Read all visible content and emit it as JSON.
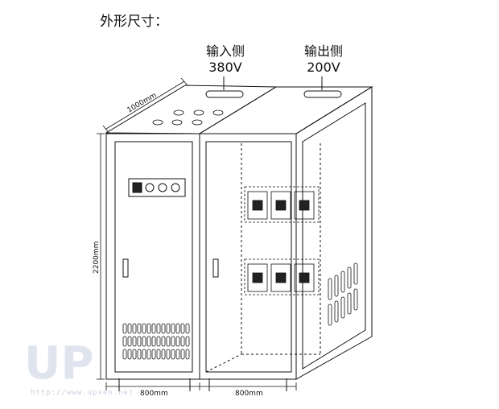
{
  "heading": "外形尺寸：",
  "input_side": {
    "label": "输入侧",
    "voltage": "380V"
  },
  "output_side": {
    "label": "输出侧",
    "voltage": "200V"
  },
  "dimensions": {
    "depth": "1000mm",
    "height": "2200mm",
    "width_left": "800mm",
    "width_right": "800mm"
  },
  "watermark": {
    "mark": "UP",
    "url": "http://www.upsen.net"
  }
}
